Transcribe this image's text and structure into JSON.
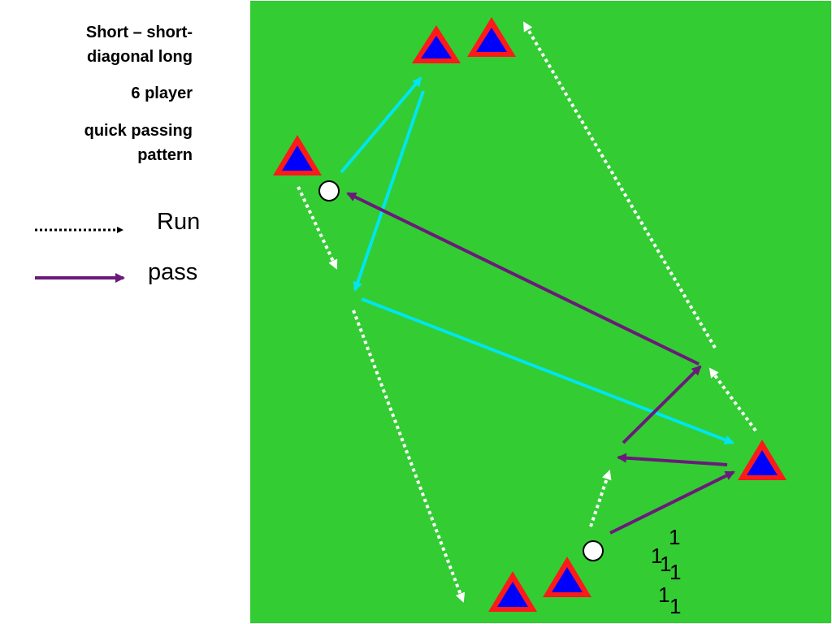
{
  "title": {
    "line1": "Short – short-",
    "line2": "diagonal long",
    "line3": "6 player",
    "line4": "quick passing",
    "line5": "pattern"
  },
  "legend": {
    "run_label": "Run",
    "pass_label": "pass"
  },
  "field_labels": [
    "1",
    "1",
    "1",
    "1",
    "1",
    "1"
  ],
  "colors": {
    "field": "#33cc33",
    "cone_outer": "#ff1a1a",
    "cone_inner": "#0000ff",
    "pass_line": "#6b1a7a",
    "teal_line": "#00e5ee",
    "run_line": "#ffffff",
    "ball": "#ffffff"
  }
}
